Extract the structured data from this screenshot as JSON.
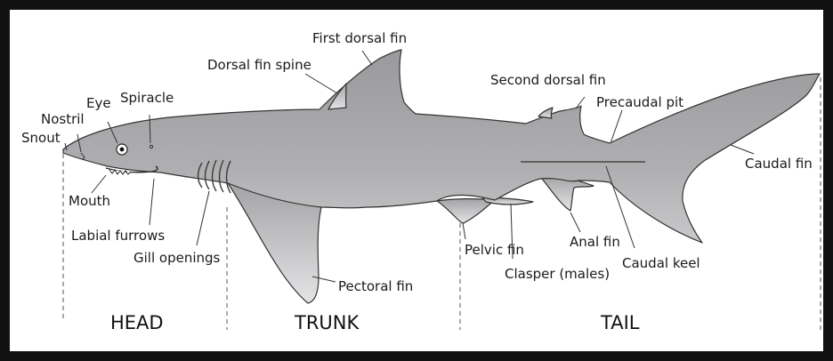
{
  "labels": {
    "first_dorsal_fin": "First dorsal fin",
    "dorsal_fin_spine": "Dorsal fin spine",
    "second_dorsal_fin": "Second dorsal fin",
    "precaudal_pit": "Precaudal pit",
    "spiracle": "Spiracle",
    "eye": "Eye",
    "nostril": "Nostril",
    "snout": "Snout",
    "mouth": "Mouth",
    "labial_furrows": "Labial furrows",
    "gill_openings": "Gill openings",
    "pectoral_fin": "Pectoral fin",
    "pelvic_fin": "Pelvic fin",
    "clasper": "Clasper (males)",
    "anal_fin": "Anal fin",
    "caudal_keel": "Caudal keel",
    "caudal_fin": "Caudal fin"
  },
  "regions": {
    "head": "HEAD",
    "trunk": "TRUNK",
    "tail": "TAIL"
  },
  "colors": {
    "background": "#111111",
    "panel": "#ffffff",
    "body_fill_top": "#9a9a9c",
    "body_fill_bottom": "#c6c6c8"
  }
}
